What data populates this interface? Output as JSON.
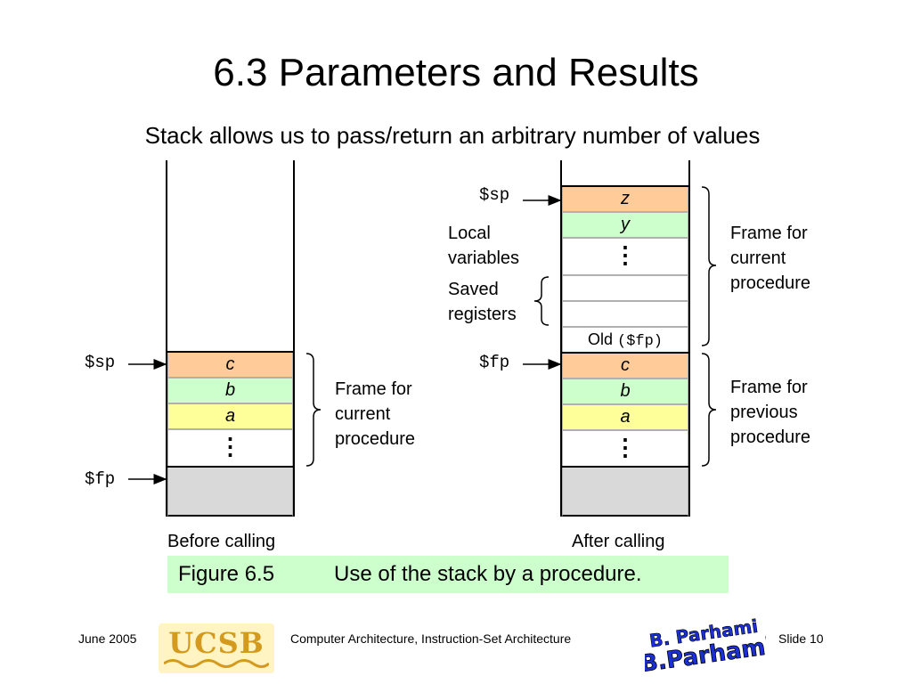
{
  "slide": {
    "title": "6.3  Parameters and Results",
    "subtitle": "Stack allows us to pass/return an arbitrary number of values"
  },
  "left_stack": {
    "caption": "Before calling",
    "sp_label": "$sp",
    "fp_label": "$fp",
    "cells": {
      "c": "c",
      "b": "b",
      "a": "a",
      "dots": "⋮"
    },
    "brace_label_lines": [
      "Frame for",
      "current",
      "procedure"
    ]
  },
  "right_stack": {
    "caption": "After calling",
    "sp_label": "$sp",
    "fp_label": "$fp",
    "cells": {
      "z": "z",
      "y": "y",
      "dots_local": "⋮",
      "old_prefix": "Old",
      "old_reg": "($fp)",
      "c": "c",
      "b": "b",
      "a": "a",
      "dots_prev": "⋮"
    },
    "local_variables_lines": [
      "Local",
      "variables"
    ],
    "saved_registers_lines": [
      "Saved",
      "registers"
    ],
    "current_frame_lines": [
      "Frame for",
      "current",
      "procedure"
    ],
    "previous_frame_lines": [
      "Frame for",
      "previous",
      "procedure"
    ]
  },
  "figure": {
    "number": "Figure 6.5",
    "caption": "Use of the stack by a procedure."
  },
  "footer": {
    "date": "June 2005",
    "course": "Computer Architecture, Instruction-Set Architecture",
    "slide_number": "Slide 10",
    "logo_text": "UCSB",
    "signature_text": "B. Parhami"
  },
  "colors": {
    "orange_cell": "#ffcc99",
    "green_cell": "#ccffcc",
    "yellow_cell": "#ffff99",
    "grey_cell": "#d9d9d9",
    "logo_gold": "#d49a1e",
    "signature_blue": "#1a2fd6"
  }
}
